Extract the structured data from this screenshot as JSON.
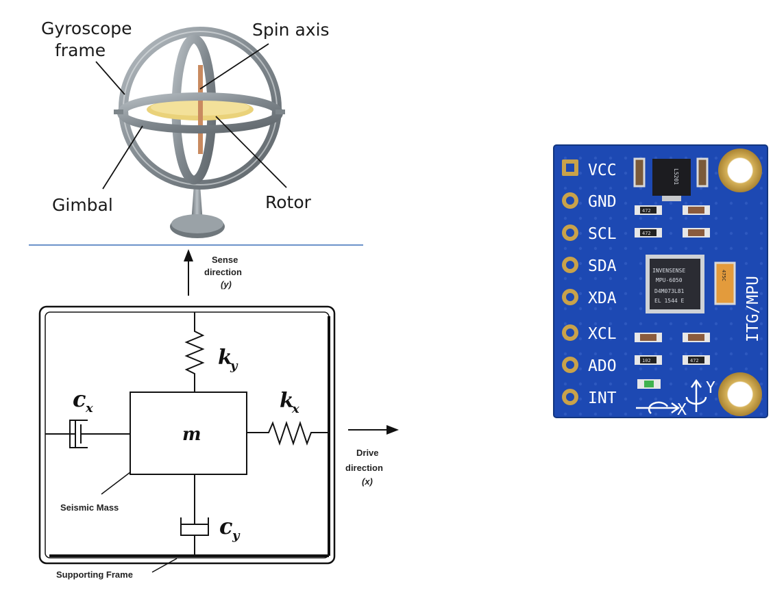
{
  "gyroscope": {
    "labels": {
      "frame_line1": "Gyroscope",
      "frame_line2": "frame",
      "spin_axis": "Spin axis",
      "gimbal": "Gimbal",
      "rotor": "Rotor"
    },
    "colors": {
      "ring": "#8e969c",
      "rotor": "#ead27a",
      "axis": "#c98a60"
    }
  },
  "mechanical_model": {
    "sense_line1": "Sense",
    "sense_line2": "direction",
    "sense_axis": "(y)",
    "drive_line1": "Drive",
    "drive_line2": "direction",
    "drive_axis": "(x)",
    "ky": {
      "base": "k",
      "sub": "y"
    },
    "kx": {
      "base": "k",
      "sub": "x"
    },
    "cx": {
      "base": "c",
      "sub": "x"
    },
    "cy": {
      "base": "c",
      "sub": "y"
    },
    "mass": "m",
    "seismic_mass": "Seismic Mass",
    "supporting_frame": "Supporting Frame"
  },
  "sensor_board": {
    "pins": [
      "VCC",
      "GND",
      "SCL",
      "SDA",
      "XDA",
      "XCL",
      "ADO",
      "INT"
    ],
    "chip_lines": [
      "INVENSENSE",
      "MPU-6050",
      "D4M073L81",
      "EL 1544 E"
    ],
    "vertical_label": "ITG/MPU",
    "resistor_labels": [
      "472",
      "472",
      "102",
      "472"
    ],
    "regulator_text": "L5201",
    "cap_text": "475C",
    "axis_x": "X",
    "axis_y": "Y",
    "colors": {
      "pcb": "#1d49b3",
      "pad": "#c9a24a",
      "chip": "#2b2c33"
    }
  }
}
